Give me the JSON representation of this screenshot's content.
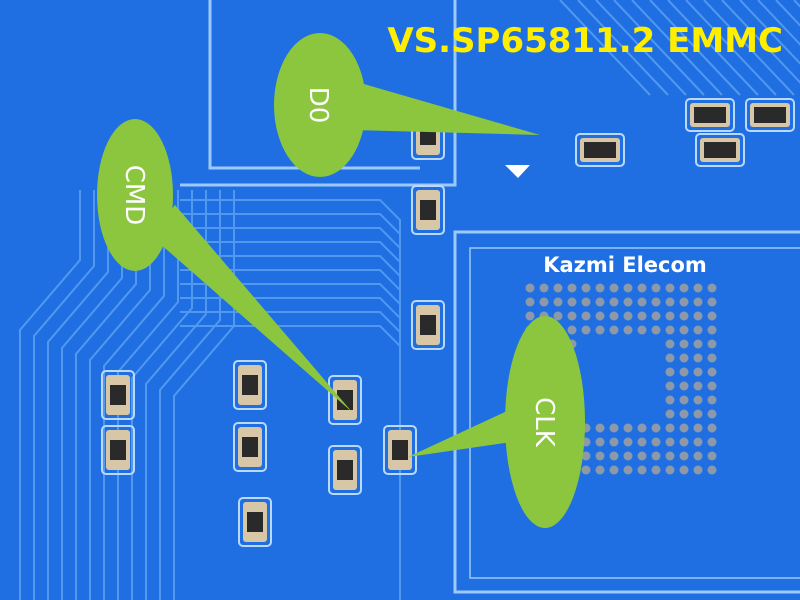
{
  "title": "VS.SP65811.2 EMMC",
  "watermark": "Kazmi Elecom",
  "callouts": [
    {
      "label": "D0"
    },
    {
      "label": "CMD"
    },
    {
      "label": "CLK"
    }
  ],
  "colors": {
    "board": "#1f6fe3",
    "trace": "#5fa4f5",
    "callout": "#8cc63f",
    "title": "#ffee00",
    "watermark": "#ffffff"
  }
}
